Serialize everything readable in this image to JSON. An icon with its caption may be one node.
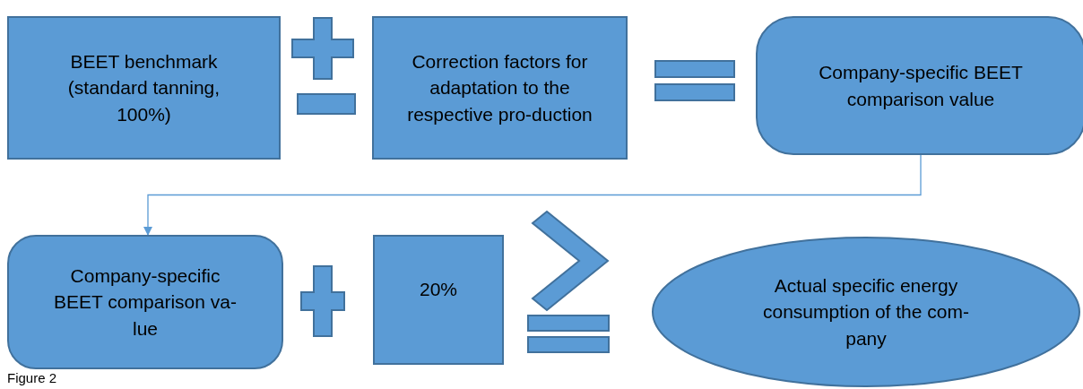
{
  "diagram": {
    "caption": "Figure 2",
    "nodes": [
      {
        "text": [
          "BEET benchmark (standard tanning, 100%)"
        ]
      },
      {
        "text": [
          "Correction factors for adaptation to the respective pro-duction"
        ]
      },
      {
        "text": [
          "Company-specific BEET comparison value"
        ]
      },
      {
        "text": [
          "Company-specific BEET comparison va-lue"
        ]
      },
      {
        "text": [
          "20%"
        ]
      },
      {
        "text": [
          "Actual specific energy consumption of the com-pany"
        ]
      }
    ],
    "edges": [
      {
        "from": 2,
        "to": 3,
        "arrow": "to"
      }
    ]
  }
}
